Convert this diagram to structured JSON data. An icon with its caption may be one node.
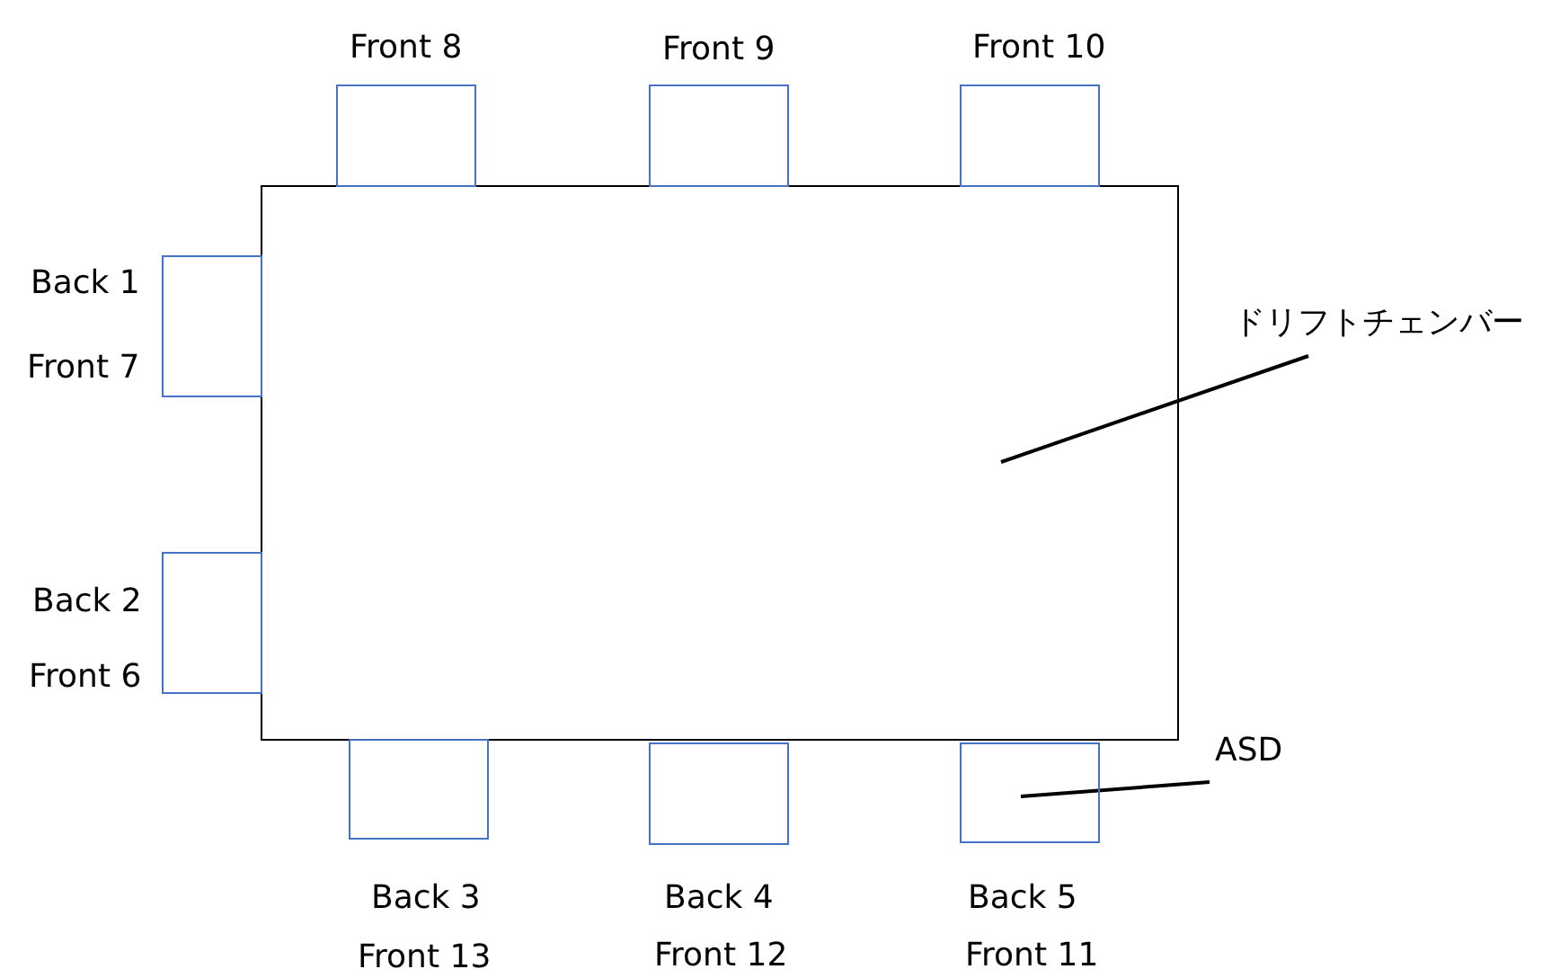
{
  "diagram": {
    "nodes": [
      {
        "text": [],
        "shape": "box"
      },
      {
        "text": [],
        "shape": "box",
        "beside": [
          "Front 8"
        ]
      },
      {
        "text": [],
        "shape": "box",
        "beside": [
          "Front 9"
        ]
      },
      {
        "text": [],
        "shape": "box",
        "beside": [
          "Front 10"
        ]
      },
      {
        "text": [],
        "shape": "box",
        "beside": [
          "Back 1",
          "Front 7"
        ]
      },
      {
        "text": [],
        "shape": "box",
        "beside": [
          "Back 2",
          "Front 6"
        ]
      },
      {
        "text": [],
        "shape": "box",
        "beside": [
          "Back 3",
          "Front 13"
        ]
      },
      {
        "text": [],
        "shape": "box",
        "beside": [
          "Back 4",
          "Front 12"
        ]
      },
      {
        "text": [],
        "shape": "box",
        "beside": [
          "Back 5",
          "Front 11"
        ]
      },
      {
        "text": [
          "ドリフトチェンバー"
        ]
      },
      {
        "text": [
          "ASD"
        ]
      }
    ],
    "edges": [
      {
        "from": 9,
        "to": 0,
        "arrow": "none"
      },
      {
        "from": 10,
        "to": 8,
        "arrow": "none"
      }
    ]
  }
}
